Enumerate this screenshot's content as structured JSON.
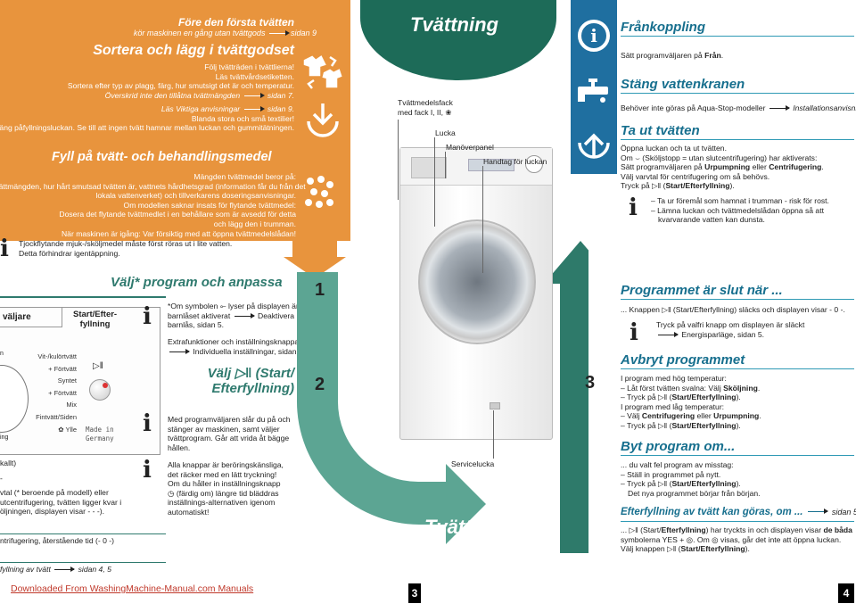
{
  "s1": {
    "title1": "Före den första tvätten",
    "sub1": "kör maskinen en gång utan tvättgods",
    "sub1ref": "sidan 9",
    "title2": "Sortera och lägg i tvättgodset",
    "lines": [
      "Följ tvätträden i tvättlierna!",
      "Läs tvättvårdsetiketten.",
      "Sortera efter typ av plagg, färg, hur smutsigt det är och temperatur.",
      "Överskrid inte den tillåtna tvättmängden",
      "sidan 7.",
      "Läs Viktiga anvisningar",
      "sidan 9.",
      "Blanda stora och små textilier!",
      "Stäng påfyllningsluckan. Se till att ingen tvätt hamnar mellan luckan och gummitätningen."
    ]
  },
  "s2": {
    "title": "Fyll på tvätt- och behandlingsmedel",
    "lines": [
      "Mängden tvättmedel beror på:",
      "tvättmängden, hur hårt smutsad tvätten är, vattnets hårdhetsgrad (information får du från det",
      "lokala vattenverket) och tillverkarens doseringsanvisningar.",
      "Om modellen saknar insats för flytande tvättmedel:",
      "Dosera det flytande tvättmedlet i en behållare som är avsedd för detta",
      "och lägg den i trumman.",
      "När maskinen är igång: Var försiktig med att öppna tvättmedelslådan!"
    ],
    "info": [
      "Tjockflytande mjuk-/sköljmedel måste först röras ut i lite vatten.",
      "Detta förhindrar igentäppning."
    ]
  },
  "s3": {
    "title": "Välj* program och anpassa",
    "info1": [
      "*Om symbolen ⟜ lyser på displayen är",
      "barnlåset aktiverat",
      "Deaktivera",
      "barnlås, sidan 5."
    ],
    "extra": [
      "Extrafunktioner och inställningsknappar",
      "Individuella inställningar, sidan 5"
    ],
    "start": [
      "Välj ▷‖ (Start/",
      "Efterfyllning)"
    ],
    "info2": [
      "Med programväljaren slår du på och",
      "stänger av maskinen, samt väljer",
      "tvättprogram. Går att vrida åt bägge",
      "hållen."
    ],
    "info3": [
      "Alla knappar är beröringskänsliga,",
      "det räcker med en lätt tryckning!",
      "Om du håller in inställningsknapp",
      "◷ (färdig om) längre tid bläddras",
      "inställnings-alternativen igenom",
      "automatiskt!"
    ]
  },
  "panel": {
    "left_label": "väljare",
    "start_label": [
      "Start/Efter-",
      "fyllning"
    ],
    "programs": [
      "Vit-/kulörtvätt",
      "+ Förtvätt",
      "Syntet",
      "+ Förtvätt",
      "Mix",
      "Fintvätt/Siden",
      "Ylle"
    ],
    "made_in": [
      "Made in",
      "Germany"
    ],
    "n_label": "n",
    "ing_label": "ing"
  },
  "bottom_left": [
    "kallt)",
    "-",
    "vtal (* beroende på modell) eller",
    "utcentrifugering, tvätten ligger kvar i",
    "öljningen, displayen visar - - -).",
    "ntrifugering, återstående tid (- 0 -)",
    "fyllning av tvätt",
    "sidan 4, 5"
  ],
  "footer": {
    "download": "Downloaded From WashingMachine-Manual.com Manuals",
    "page3": "3",
    "page4": "4"
  },
  "center": {
    "title_top": "Tvättning",
    "title_bottom": "Tvättning",
    "step1": "1",
    "step2": "2",
    "step3": "3",
    "labels": {
      "detergent": [
        "Tvättmedelsfack",
        "med fack I, II, ❀"
      ],
      "door": "Lucka",
      "panel": "Manöverpanel",
      "handle": "Handtag för luckan",
      "service": "Servicelucka"
    }
  },
  "right": {
    "h1": "Frånkoppling",
    "t1": "Sätt programväljaren på",
    "t1b": "Från",
    "h2": "Stäng vattenkranen",
    "t2": "Behöver inte göras på Aqua-Stop-modeller",
    "t2ref": "Installationsanvisning.",
    "h3": "Ta ut tvätten",
    "t3": [
      "Öppna luckan och ta ut tvätten.",
      "Om",
      "(Sköljstopp = utan slutcentrifugering) har aktiverats:",
      "Sätt programväljaren på",
      "Urpumpning",
      "eller",
      "Centrifugering",
      ".",
      "Välj varvtal för centrifugering om så behövs.",
      "Tryck på ▷‖ (",
      "Start/Efterfyllning",
      ")."
    ],
    "info3": [
      "Ta ur föremål som hamnat i trumman - risk för rost.",
      "Lämna luckan och tvättmedelslådan öppna så att",
      "kvarvarande vatten kan dunsta."
    ],
    "h4": "Programmet är slut när ...",
    "t4": [
      "... Knappen ▷‖ (Start/Efterfyllning) släcks och displayen visar - 0 -."
    ],
    "info4": [
      "Tryck på valfri knapp om displayen är släckt",
      "Energisparläge, sidan 5."
    ],
    "h5": "Avbryt programmet",
    "t5": [
      "I program med hög temperatur:",
      "Låt först tvätten svalna:  Välj",
      "Sköljning",
      "Tryck på ▷‖ (",
      "Start/Efterfyllning",
      ").",
      "I program med låg temperatur:",
      "Välj",
      "Centrifugering",
      "eller",
      "Urpumpning",
      "."
    ],
    "h6": "Byt program om...",
    "t6": [
      "... du valt fel program av misstag:",
      "Ställ in programmet på nytt.",
      "Tryck på ▷‖ (",
      "Start/Efterfyllning",
      ").",
      "Det nya programmet börjar från början."
    ],
    "h7": "Efterfyllning av tvätt kan göras, om ...",
    "h7ref": "sidan 5",
    "t7": [
      "... ▷‖ (Start/",
      "Efterfyllning",
      ") har tryckts in och displayen visar",
      "de båda",
      "symbolerna YES + ◎. Om ◎ visas, går det inte att öppna luckan.",
      "Välj knappen ▷‖ (",
      "Start/Efterfyllning",
      ")."
    ]
  }
}
